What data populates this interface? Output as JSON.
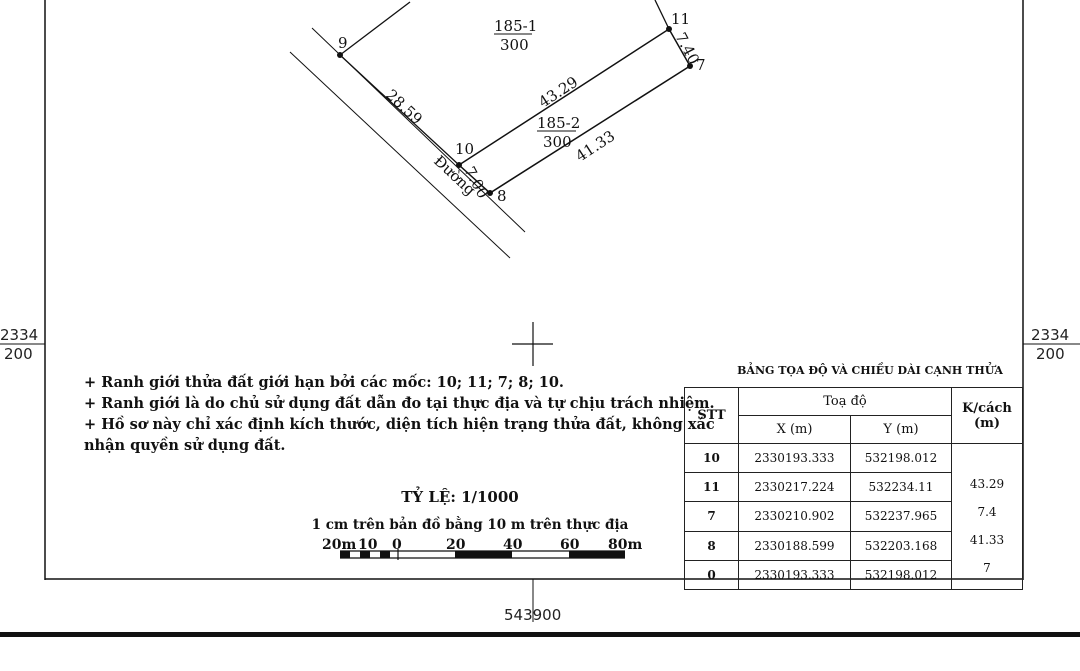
{
  "map": {
    "parcels": [
      {
        "id": "185-1",
        "area": "300"
      },
      {
        "id": "185-2",
        "area": "300"
      }
    ],
    "points": [
      "9",
      "10",
      "11",
      "7",
      "8"
    ],
    "edge_lengths": {
      "p9_p10": "28.59",
      "p10_p11": "43.29",
      "p11_p7": "7.40",
      "p7_p8": "41.33",
      "p10_p8": "7.00"
    },
    "road_label": "Đường",
    "grid_labels": {
      "left_top": "2334",
      "left_bottom": "200",
      "right_top": "2334",
      "right_bottom": "200",
      "bottom": "543900"
    }
  },
  "notes": {
    "line1": "+ Ranh giới thửa đất giới hạn bởi các mốc: 10; 11; 7; 8; 10.",
    "line2": "+ Ranh giới là do chủ sử dụng đất dẫn đo tại thực địa và tự chịu trách nhiệm.",
    "line3": "+ Hồ sơ này chỉ xác định kích thước, diện tích hiện trạng thửa đất, không xác",
    "line4": "nhận quyền sử dụng đất."
  },
  "scale": {
    "title": "TỶ LỆ: 1/1000",
    "subtitle": "1 cm trên bản đồ bằng 10 m trên thực địa",
    "ticks": [
      "20m",
      "10",
      "0",
      "20",
      "40",
      "60",
      "80m"
    ]
  },
  "table": {
    "title": "BẢNG TỌA ĐỘ VÀ CHIỀU DÀI CẠNH THỬA",
    "header_stt": "STT",
    "header_toado": "Toạ độ",
    "header_x": "X (m)",
    "header_y": "Y (m)",
    "header_kcach": "K/cách",
    "header_kcach_unit": "(m)",
    "rows": [
      {
        "stt": "10",
        "x": "2330193.333",
        "y": "532198.012"
      },
      {
        "stt": "11",
        "x": "2330217.224",
        "y": "532234.11"
      },
      {
        "stt": "7",
        "x": "2330210.902",
        "y": "532237.965"
      },
      {
        "stt": "8",
        "x": "2330188.599",
        "y": "532203.168"
      },
      {
        "stt": "0",
        "x": "2330193.333",
        "y": "532198.012"
      }
    ],
    "distances": [
      "43.29",
      "7.4",
      "41.33",
      "7"
    ]
  }
}
